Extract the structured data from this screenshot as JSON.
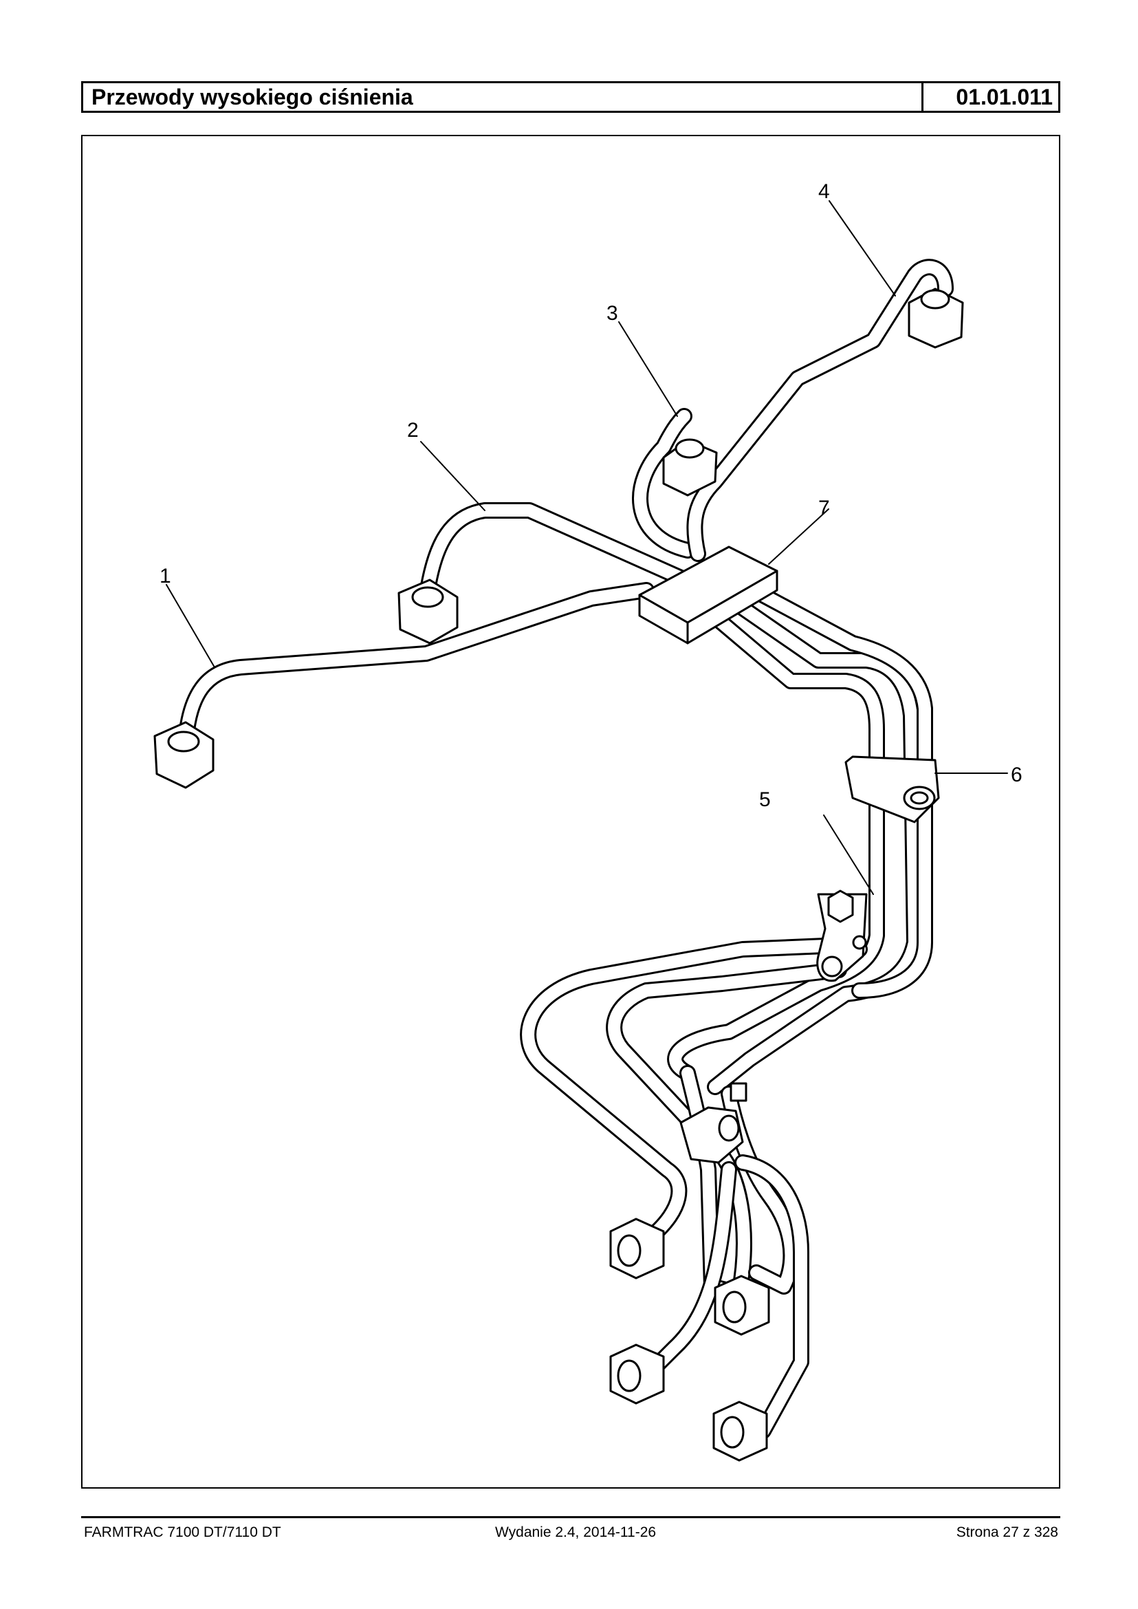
{
  "header": {
    "title": "Przewody wysokiego ciśnienia",
    "code": "01.01.011"
  },
  "callouts": [
    "1",
    "2",
    "3",
    "4",
    "5",
    "6",
    "7"
  ],
  "footer": {
    "left": "FARMTRAC 7100 DT/7110 DT",
    "center": "Wydanie 2.4,  2014-11-26",
    "right": "Strona 27 z 328"
  }
}
